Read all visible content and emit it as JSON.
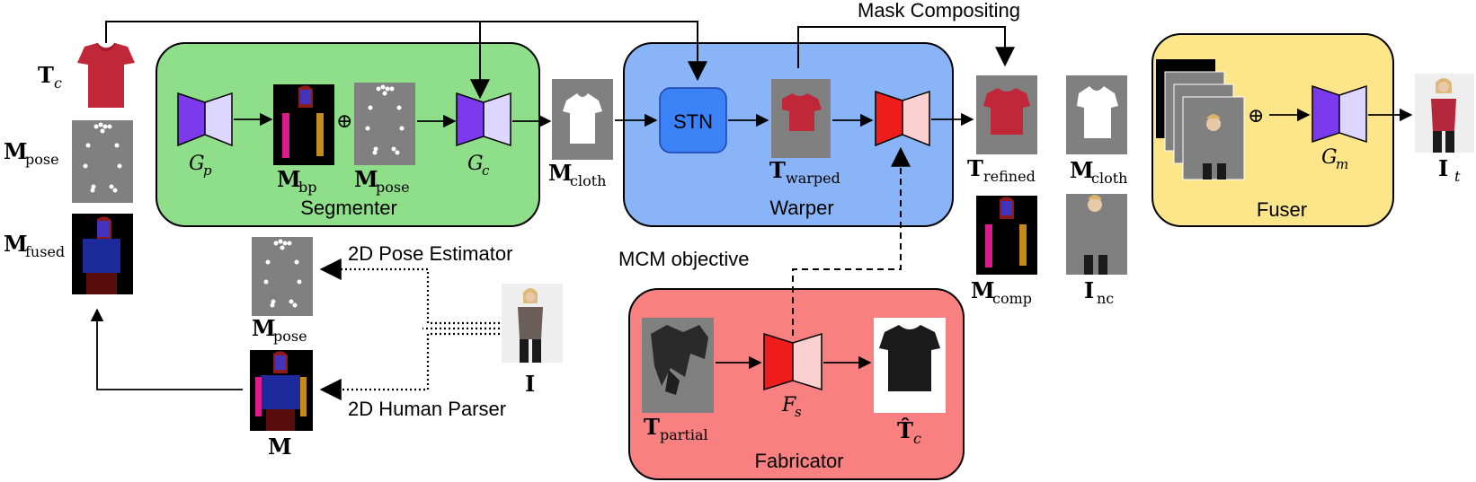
{
  "modules": {
    "segmenter": "Segmenter",
    "warper": "Warper",
    "fuser": "Fuser",
    "fabricator": "Fabricator",
    "stn": "STN"
  },
  "annotations": {
    "mask_compositing": "Mask Compositing",
    "mcm_objective": "MCM objective",
    "pose_estimator": "2D Pose Estimator",
    "human_parser": "2D Human Parser"
  },
  "symbols": {
    "oplus": "⊕",
    "Tc": {
      "base": "T",
      "sub": "c"
    },
    "M_pose": {
      "base": "M",
      "sub": "pose"
    },
    "M_fused": {
      "base": "M",
      "sub": "fused"
    },
    "M_bp": {
      "base": "M",
      "sub": "bp"
    },
    "M_cloth": {
      "base": "M",
      "sub": "cloth"
    },
    "T_warped": {
      "base": "T",
      "sub": "warped"
    },
    "T_refined": {
      "base": "T",
      "sub": "refined"
    },
    "M_comp": {
      "base": "M",
      "sub": "comp"
    },
    "I_nc": {
      "base": "I",
      "sub": "nc"
    },
    "I_t": {
      "base": "I",
      "sub": "t"
    },
    "T_partial": {
      "base": "T",
      "sub": "partial"
    },
    "T_hat_c": {
      "base": "T̂",
      "sub": "c"
    },
    "M": "M",
    "I": "I",
    "G_p": {
      "base": "G",
      "sub": "p"
    },
    "G_c": {
      "base": "G",
      "sub": "c"
    },
    "G_m": {
      "base": "G",
      "sub": "m"
    },
    "F_s": {
      "base": "F",
      "sub": "s"
    }
  },
  "colors": {
    "segmenter_bg": "#8ede8a",
    "warper_bg": "#8ab4f8",
    "fuser_bg": "#fde68a",
    "fabricator_bg": "#f98080",
    "stn_fill": "#3b82f6",
    "gen_left": "#7c3aed",
    "gen_right": "#ddd6fe",
    "ref_left": "#ef1c1c",
    "ref_right": "#fbd0d0",
    "panel_gray": "#808080",
    "shirt_red": "#c0283a"
  }
}
